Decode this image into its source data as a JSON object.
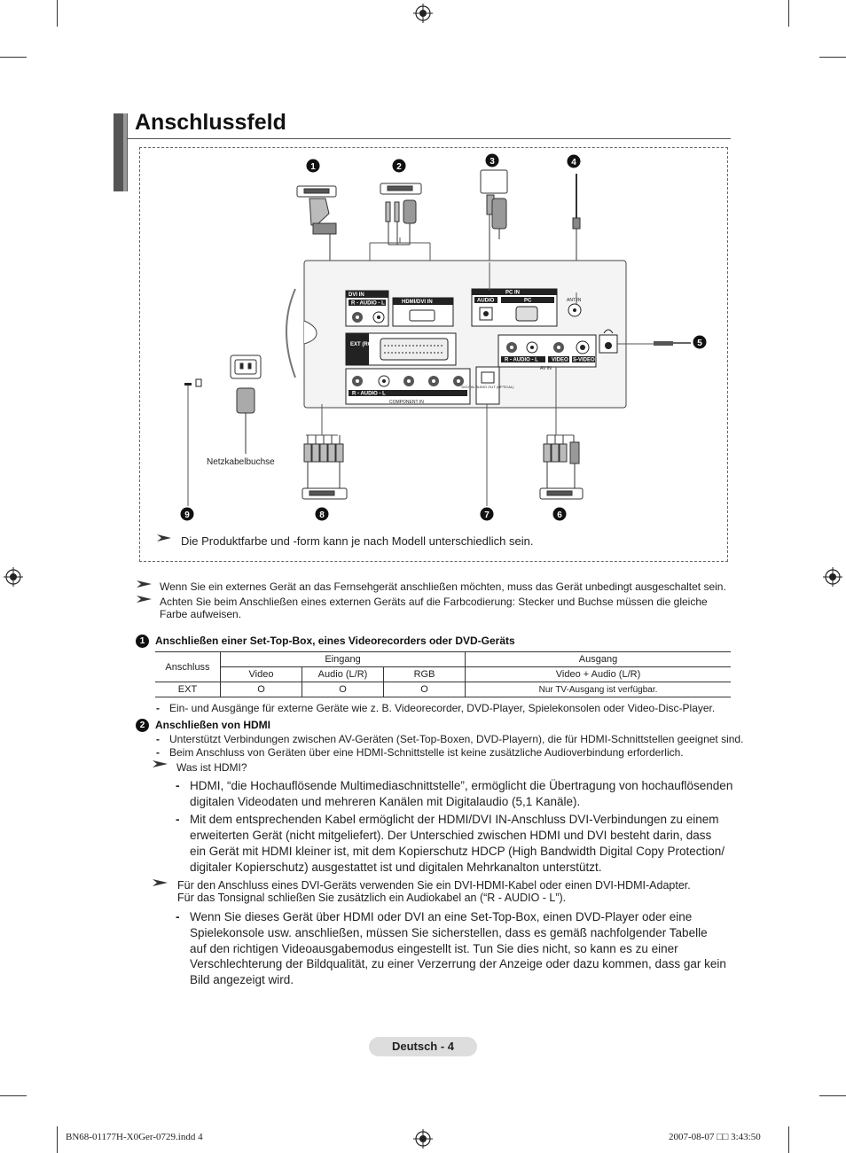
{
  "title": "Anschlussfeld",
  "diagram": {
    "callouts": [
      "1",
      "2",
      "3",
      "4",
      "5",
      "6",
      "7",
      "8",
      "9"
    ],
    "panel_labels": {
      "dvi_in": "DVI IN",
      "dvi_audio": "R - AUDIO - L",
      "hdmi_dvi_in": "HDMI/DVI IN",
      "pc_in": "PC IN",
      "audio": "AUDIO",
      "pc": "PC",
      "ant_in": "ANT IN",
      "ext_rgb": "EXT (RGB)",
      "av_audio": "R - AUDIO - L",
      "video": "VIDEO",
      "s_video": "S-VIDEO",
      "av_in": "AV IN",
      "component_audio": "R - AUDIO - L",
      "component_in": "COMPONENT IN",
      "digital_audio_out": "DIGITAL AUDIO OUT (OPTICAL)"
    },
    "power_label": "Netzkabelbuchse",
    "note": "Die Produktfarbe und -form kann je nach Modell unterschiedlich sein."
  },
  "notes": [
    "Wenn Sie ein externes Gerät an das Fernsehgerät anschließen möchten, muss das Gerät unbedingt ausgeschaltet sein.",
    "Achten Sie beim Anschließen eines externen Geräts auf die Farbcodierung: Stecker und Buchse müssen die gleiche Farbe aufweisen."
  ],
  "section1": {
    "num": "1",
    "heading": "Anschließen einer Set-Top-Box, eines Videorecorders oder DVD-Geräts",
    "table": {
      "anschluss": "Anschluss",
      "eingang": "Eingang",
      "ausgang": "Ausgang",
      "video": "Video",
      "audio": "Audio (L/R)",
      "rgb": "RGB",
      "video_audio": "Video + Audio (L/R)",
      "row_name": "EXT",
      "row_video": "O",
      "row_audio": "O",
      "row_rgb": "O",
      "row_out": "Nur TV-Ausgang ist verfügbar."
    },
    "bullet": "Ein- und Ausgänge für externe Geräte wie z. B. Videorecorder, DVD-Player, Spielekonsolen oder Video-Disc-Player."
  },
  "section2": {
    "num": "2",
    "heading": "Anschließen von HDMI",
    "bullet1": "Unterstützt Verbindungen zwischen AV-Geräten (Set-Top-Boxen, DVD-Playern), die für HDMI-Schnittstellen geeignet sind.",
    "bullet2": "Beim Anschluss von Geräten über eine HDMI-Schnittstelle ist keine zusätzliche Audioverbindung erforderlich.",
    "what_is": "Was ist HDMI?",
    "para1_l1": "HDMI, “die Hochauflösende Multimediaschnittstelle”, ermöglicht die Übertragung von hochauflösenden",
    "para1_l2": "digitalen Videodaten und mehreren Kanälen mit Digitalaudio (5,1 Kanäle).",
    "para2_l1": "Mit dem entsprechenden Kabel ermöglicht der HDMI/DVI IN-Anschluss DVI-Verbindungen zu einem",
    "para2_l2": "erweiterten Gerät (nicht mitgeliefert). Der Unterschied zwischen HDMI und DVI besteht darin, dass",
    "para2_l3": "ein Gerät mit HDMI kleiner ist, mit dem Kopierschutz HDCP (High Bandwidth Digital Copy Protection/",
    "para2_l4": "digitaler Kopierschutz) ausgestattet ist und digitalen Mehrkanalton unterstützt.",
    "dvi_note_l1": "Für den Anschluss eines DVI-Geräts verwenden Sie ein DVI-HDMI-Kabel oder einen DVI-HDMI-Adapter.",
    "dvi_note_l2": "Für das Tonsignal schließen Sie zusätzlich ein Audiokabel an (“R - AUDIO - L”).",
    "para3_l1": "Wenn Sie dieses Gerät über HDMI oder DVI an eine Set-Top-Box, einen DVD-Player oder eine",
    "para3_l2": "Spielekonsole usw. anschließen, müssen Sie sicherstellen, dass es gemäß nachfolgender Tabelle",
    "para3_l3": "auf den richtigen Videoausgabemodus eingestellt ist. Tun Sie dies nicht, so kann es zu einer",
    "para3_l4": "Verschlechterung der Bildqualität, zu einer Verzerrung der Anzeige oder dazu kommen, dass gar kein",
    "para3_l5": "Bild angezeigt wird."
  },
  "page_label": "Deutsch - 4",
  "footer": {
    "file": "BN68-01177H-X0Ger-0729.indd   4",
    "date": "2007-08-07   □□ 3:43:50"
  }
}
